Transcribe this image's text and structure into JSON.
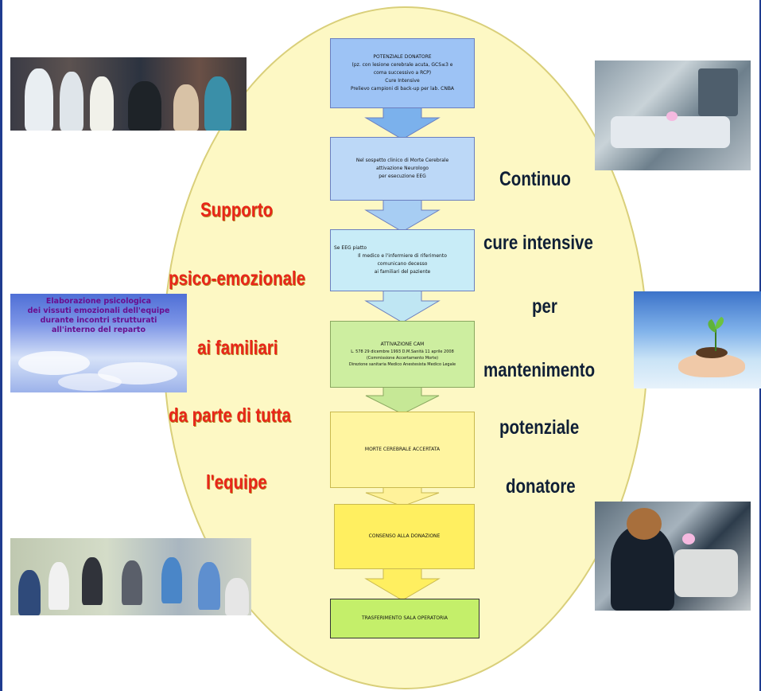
{
  "flow": {
    "step1": {
      "line1": "POTENZIALE DONATORE",
      "line2": "(pz. con lesione cerebrale acuta, GCS≤3 e",
      "line3": "coma successivo a RCP)",
      "line4": "Cure Intensive",
      "line5": "Prelievo campioni di back-up per lab. CNBA"
    },
    "step2": {
      "line1": "Nel sospetto clinico di Morte Cerebrale",
      "line2": "attivazione Neurologo",
      "line3": "per esecuzione EEG"
    },
    "step3": {
      "line1": "Se EEG piatto",
      "line2": "Il medico e l'infermiere di riferimento",
      "line3": "comunicano decesso",
      "line4": "ai familiari del paziente"
    },
    "step4": {
      "line1": "ATTIVAZIONE CAM",
      "line2": "L. 578 29 dicembre 1993 D.M.Sanità 11 aprile 2008",
      "line3": "(Commissione Accertamento Morte)",
      "line4": "Direzione sanitaria  Medico Anestesista  Medico Legale"
    },
    "step5": {
      "line1": "MORTE CEREBRALE ACCERTATA"
    },
    "step6": {
      "line1": "CONSENSO ALLA DONAZIONE"
    },
    "step7": {
      "line1": "TRASFERIMENTO SALA OPERATORIA"
    }
  },
  "left_caption": {
    "l1": "Supporto",
    "l2": "psico-emozionale",
    "l3": "ai familiari",
    "l4": "da parte di tutta",
    "l5": "l'equipe"
  },
  "right_caption": {
    "l1": "Continuo",
    "l2": "cure intensive",
    "l3": "per",
    "l4": "mantenimento",
    "l5": "potenziale",
    "l6": "donatore"
  },
  "sky_panel": {
    "l1": "Elaborazione psicologica",
    "l2": "dei vissuti emozionali dell'equipe",
    "l3": "durante incontri strutturati",
    "l4": "all'interno del reparto"
  },
  "colors": {
    "left_text": "#e8261a",
    "right_text": "#0f1f36",
    "ellipse": "#fdf8c4",
    "frame": "#1f3b8f",
    "sky_text": "#6a0f8f"
  }
}
